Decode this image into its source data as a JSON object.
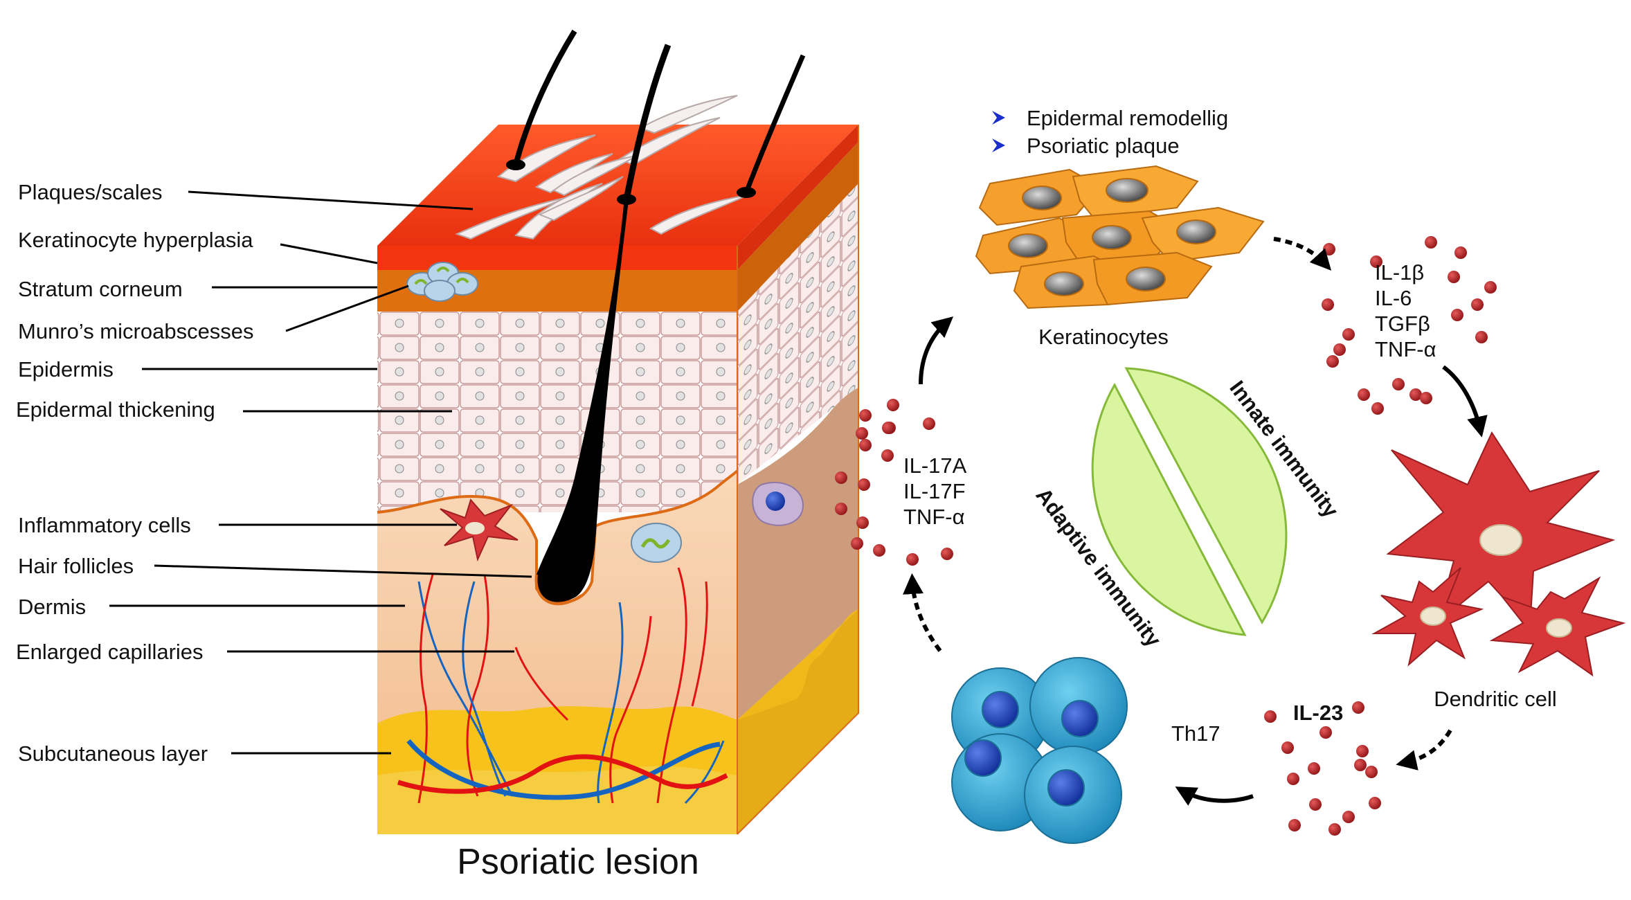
{
  "left_labels": [
    "Plaques/scales",
    "Keratinocyte hyperplasia",
    "Stratum corneum",
    "Munro’s microabscesses",
    "Epidermis",
    "Epidermal thickening",
    "Inflammatory cells",
    "Hair follicles",
    "Dermis",
    "Enlarged capillaries",
    "Subcutaneous layer"
  ],
  "skin_title": "Psoriatic lesion",
  "bullets": [
    "Epidermal remodellig",
    "Psoriatic plaque"
  ],
  "cells": {
    "keratinocytes": "Keratinocytes",
    "dendritic": "Dendritic cell",
    "th17": "Th17"
  },
  "cytokine_groups": {
    "keratinocyte_output": [
      "IL-1β",
      "IL-6",
      "TGFβ",
      "TNF-α"
    ],
    "th17_output": [
      "IL-17A",
      "IL-17F",
      "TNF-α"
    ],
    "dendritic_output": [
      "IL-23"
    ]
  },
  "immunity": {
    "innate": "Innate immunity",
    "adaptive": "Adaptive immunity"
  },
  "colors": {
    "scale_red": "#e8300f",
    "corneum_orange": "#e0700e",
    "epidermis_pink": "#f7e6e6",
    "dermis_peach": "#f6c49b",
    "subcutaneous_yellow": "#f5c21b",
    "keratinocyte_orange": "#f5a02c",
    "dendritic_red": "#d8373a",
    "th17_blue": "#3aa7d3",
    "immunity_green": "#d9f5a0",
    "cytokine_dot": "#b91f22",
    "bullet_blue": "#1a2fc9"
  }
}
